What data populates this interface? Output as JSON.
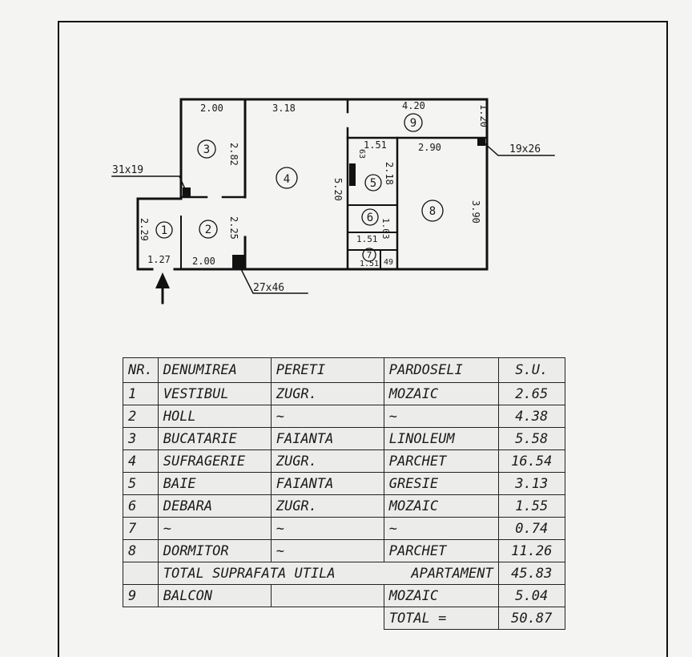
{
  "plan": {
    "rooms": [
      {
        "id": "1",
        "label": "1"
      },
      {
        "id": "2",
        "label": "2"
      },
      {
        "id": "3",
        "label": "3"
      },
      {
        "id": "4",
        "label": "4"
      },
      {
        "id": "5",
        "label": "5"
      },
      {
        "id": "6",
        "label": "6"
      },
      {
        "id": "7",
        "label": "7"
      },
      {
        "id": "8",
        "label": "8"
      },
      {
        "id": "9",
        "label": "9"
      }
    ],
    "dims": {
      "d_200_top": "2.00",
      "d_318": "3.18",
      "d_420": "4.20",
      "d_120": "1.20",
      "d_151_top": "1.51",
      "d_290": "2.90",
      "d_282": "2.82",
      "d_520": "5.20",
      "d_218": "2.18",
      "d_63": "63",
      "d_390": "3.90",
      "d_229": "2.29",
      "d_225": "2.25",
      "d_103": "1.03",
      "d_151_bot": "1.51",
      "d_151_low": "1.51",
      "d_49": "49",
      "d_127": "1.27",
      "d_200_bot": "2.00"
    },
    "callouts": {
      "c1": "31x19",
      "c2": "19x26",
      "c3": "27x46"
    }
  },
  "table": {
    "headers": {
      "nr": "NR.",
      "name": "DENUMIREA",
      "walls": "PERETI",
      "floor": "PARDOSELI",
      "area": "S.U."
    },
    "rows": [
      {
        "nr": "1",
        "name": "VESTIBUL",
        "walls": "ZUGR.",
        "floor": "MOZAIC",
        "area": "2.65"
      },
      {
        "nr": "2",
        "name": "HOLL",
        "walls": "~",
        "floor": "~",
        "area": "4.38"
      },
      {
        "nr": "3",
        "name": "BUCATARIE",
        "walls": "FAIANTA",
        "floor": "LINOLEUM",
        "area": "5.58"
      },
      {
        "nr": "4",
        "name": "SUFRAGERIE",
        "walls": "ZUGR.",
        "floor": "PARCHET",
        "area": "16.54"
      },
      {
        "nr": "5",
        "name": "BAIE",
        "walls": "FAIANTA",
        "floor": "GRESIE",
        "area": "3.13"
      },
      {
        "nr": "6",
        "name": "DEBARA",
        "walls": "ZUGR.",
        "floor": "MOZAIC",
        "area": "1.55"
      },
      {
        "nr": "7",
        "name": "~",
        "walls": "~",
        "floor": "~",
        "area": "0.74"
      },
      {
        "nr": "8",
        "name": "DORMITOR",
        "walls": "~",
        "floor": "PARCHET",
        "area": "11.26"
      }
    ],
    "total_util": {
      "label_a": "TOTAL SUPRAFATA UTILA",
      "label_b": "APARTAMENT",
      "area": "45.83"
    },
    "balcony": {
      "nr": "9",
      "name": "BALCON",
      "walls": "",
      "floor": "MOZAIC",
      "area": "5.04"
    },
    "total": {
      "label": "TOTAL =",
      "area": "50.87"
    }
  }
}
